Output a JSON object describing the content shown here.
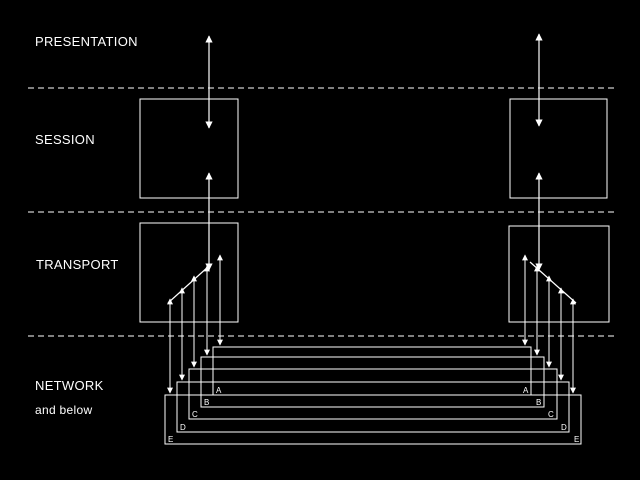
{
  "layers": {
    "presentation": "PRESENTATION",
    "session": "SESSION",
    "transport": "TRANSPORT",
    "network": "NETWORK",
    "network_sub": "and below"
  },
  "connections": [
    "A",
    "B",
    "C",
    "D",
    "E"
  ],
  "colors": {
    "background": "#000000",
    "foreground": "#ffffff"
  }
}
